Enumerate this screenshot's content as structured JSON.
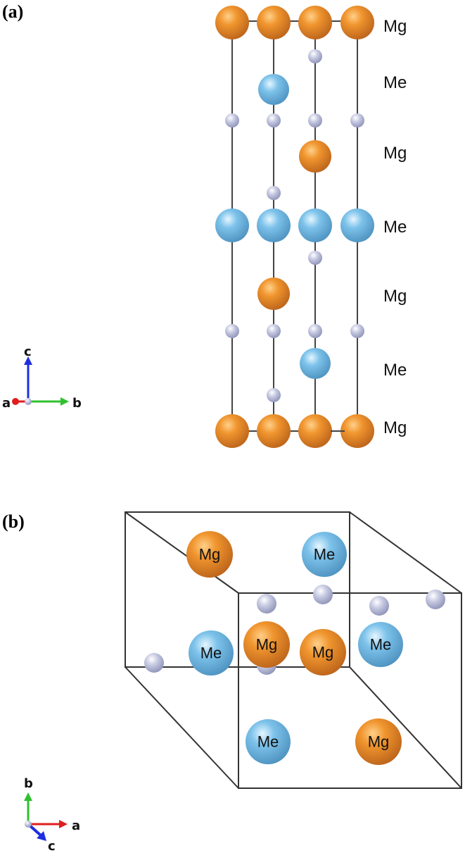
{
  "panel_a": {
    "label": "(a)",
    "layers": [
      "Mg",
      "Me",
      "Mg",
      "Me",
      "Mg",
      "Me",
      "Mg"
    ],
    "axes": {
      "up": "c",
      "right": "b",
      "origin": "a"
    }
  },
  "panel_b": {
    "label": "(b)",
    "atoms": [
      "Mg",
      "Me",
      "Me",
      "Mg",
      "Mg",
      "Me",
      "Me",
      "Mg"
    ],
    "axes": {
      "up": "b",
      "right": "a",
      "out": "c"
    }
  },
  "colors": {
    "mg": "#e07f24",
    "me": "#6fb4de",
    "small_atom": "#b8bcd8",
    "lines": "#333333",
    "axis_red": "#e01e1e",
    "axis_green": "#2ec12e",
    "axis_blue": "#1e2ee0"
  }
}
